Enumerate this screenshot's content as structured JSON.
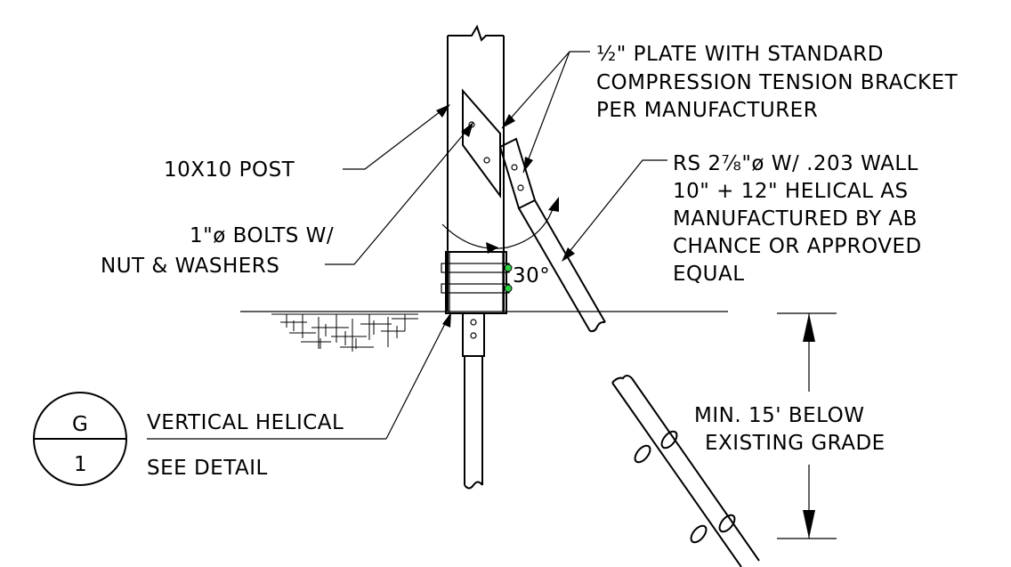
{
  "callouts": {
    "plate": [
      "½\" PLATE WITH STANDARD",
      "COMPRESSION TENSION BRACKET",
      "PER MANUFACTURER"
    ],
    "post": "10X10 POST",
    "bolts": [
      "1\"ø BOLTS W/",
      "NUT & WASHERS"
    ],
    "pipe": [
      "RS 2⅞\"ø W/ .203 WALL",
      "10\" + 12\" HELICAL AS",
      "MANUFACTURED BY AB",
      "CHANCE OR APPROVED",
      "EQUAL"
    ],
    "angle": "30°",
    "depth": [
      "MIN. 15' BELOW",
      "EXISTING GRADE"
    ],
    "vertical_helical": "VERTICAL HELICAL",
    "see_detail": "SEE DETAIL"
  },
  "detail_tag": {
    "letter": "G",
    "number": "1"
  },
  "colors": {
    "line": "#000000",
    "bolt_end": "#2ecc40",
    "background": "#ffffff"
  }
}
